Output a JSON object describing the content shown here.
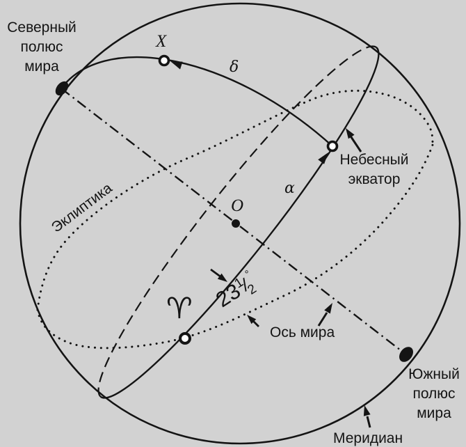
{
  "figure": {
    "title_semantic": "Celestial sphere with equatorial coordinates",
    "background_color": "#d2d2d2",
    "line_color": "#141414",
    "labels": {
      "north_pole": "Северный\nполюс\nмира",
      "south_pole": "Южный\nполюс\nмира",
      "celestial_equator": "Небесный\nэкватор",
      "ecliptic": "Эклиптика",
      "world_axis": "Ось мира",
      "meridian": "Меридиан",
      "star": "X",
      "sphere_center": "O",
      "declination": "δ",
      "right_ascension": "α",
      "vernal_equinox": "♈",
      "obliquity": {
        "main": "23",
        "num": "1",
        "slash": "/",
        "den": "2",
        "degree": "°"
      }
    },
    "markers": {
      "star_point": "open circle at star X",
      "equator_crossing_point": "open circle where declination circle meets equator",
      "vernal_equinox_point": "open circle at vernal equinox",
      "center_point": "filled dot O",
      "north_pole_point": "filled dot",
      "south_pole_point": "filled dot"
    }
  }
}
